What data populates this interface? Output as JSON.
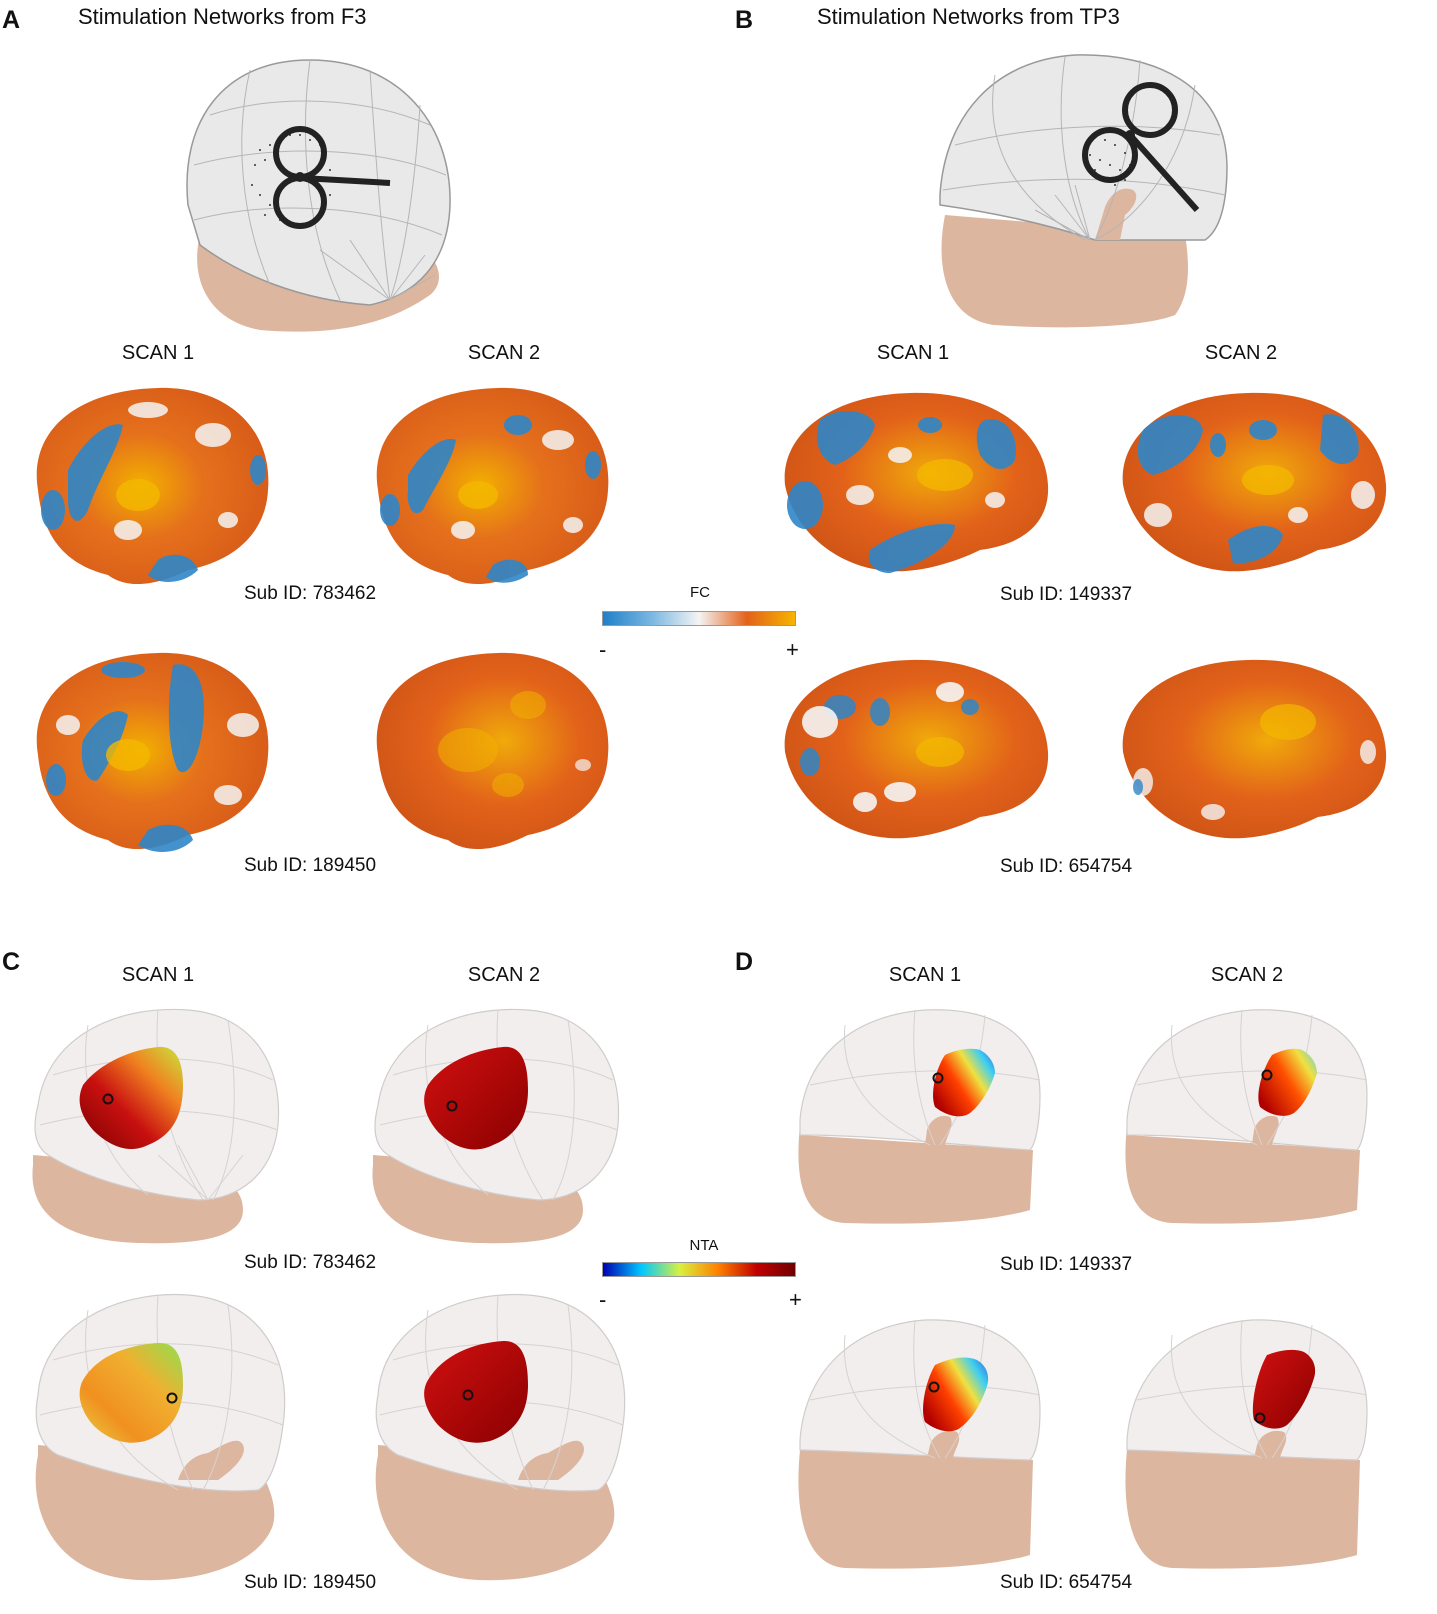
{
  "panels": {
    "A": {
      "letter": "A",
      "title": "Stimulation Networks from F3"
    },
    "B": {
      "letter": "B",
      "title": "Stimulation Networks from TP3"
    },
    "C": {
      "letter": "C"
    },
    "D": {
      "letter": "D"
    }
  },
  "scan_labels": {
    "scan1": "SCAN 1",
    "scan2": "SCAN 2"
  },
  "subjects": {
    "a_top": "Sub ID: 783462",
    "a_bottom": "Sub ID: 189450",
    "b_top": "Sub ID: 149337",
    "b_bottom": "Sub ID: 654754",
    "c_top": "Sub ID: 783462",
    "c_bottom": "Sub ID: 189450",
    "d_top": "Sub ID: 149337",
    "d_bottom": "Sub ID: 654754"
  },
  "colorbars": {
    "fc": {
      "label": "FC",
      "minus": "-",
      "plus": "+",
      "colors": [
        "#1f7fc8",
        "#9ec8e6",
        "#f4f4f4",
        "#e2621a",
        "#f6b400"
      ]
    },
    "nta": {
      "label": "NTA",
      "minus": "-",
      "plus": "+",
      "colors": [
        "#0000b4",
        "#00c8ff",
        "#d8f040",
        "#ff8000",
        "#c00000",
        "#700000"
      ]
    }
  },
  "colors": {
    "skin": "#ddb6a0",
    "head_shell": "#e9e9e9",
    "fc_negative": "#2f86c8",
    "fc_positive": "#e06a1c",
    "fc_peak": "#f4b800"
  }
}
